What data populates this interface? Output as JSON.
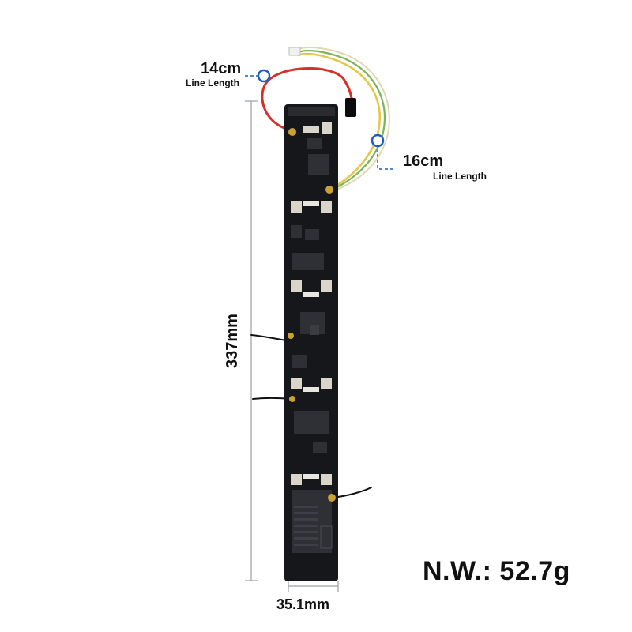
{
  "annotations": {
    "red_wire_length": "14cm",
    "red_wire_caption": "Line Length",
    "yellow_wire_length": "16cm",
    "yellow_wire_caption": "Line Length",
    "board_length": "337mm",
    "board_width": "35.1mm",
    "net_weight": "N.W.: 52.7g"
  },
  "colors": {
    "board": "#16171a",
    "pad": "#d9d5c8",
    "solder": "#c9a233",
    "wire_red": "#d63027",
    "wire_yellow": "#e3c84a",
    "wire_green": "#7ab35a",
    "marker": "#1d5fb8",
    "dimension_line": "#9aa0a6"
  }
}
